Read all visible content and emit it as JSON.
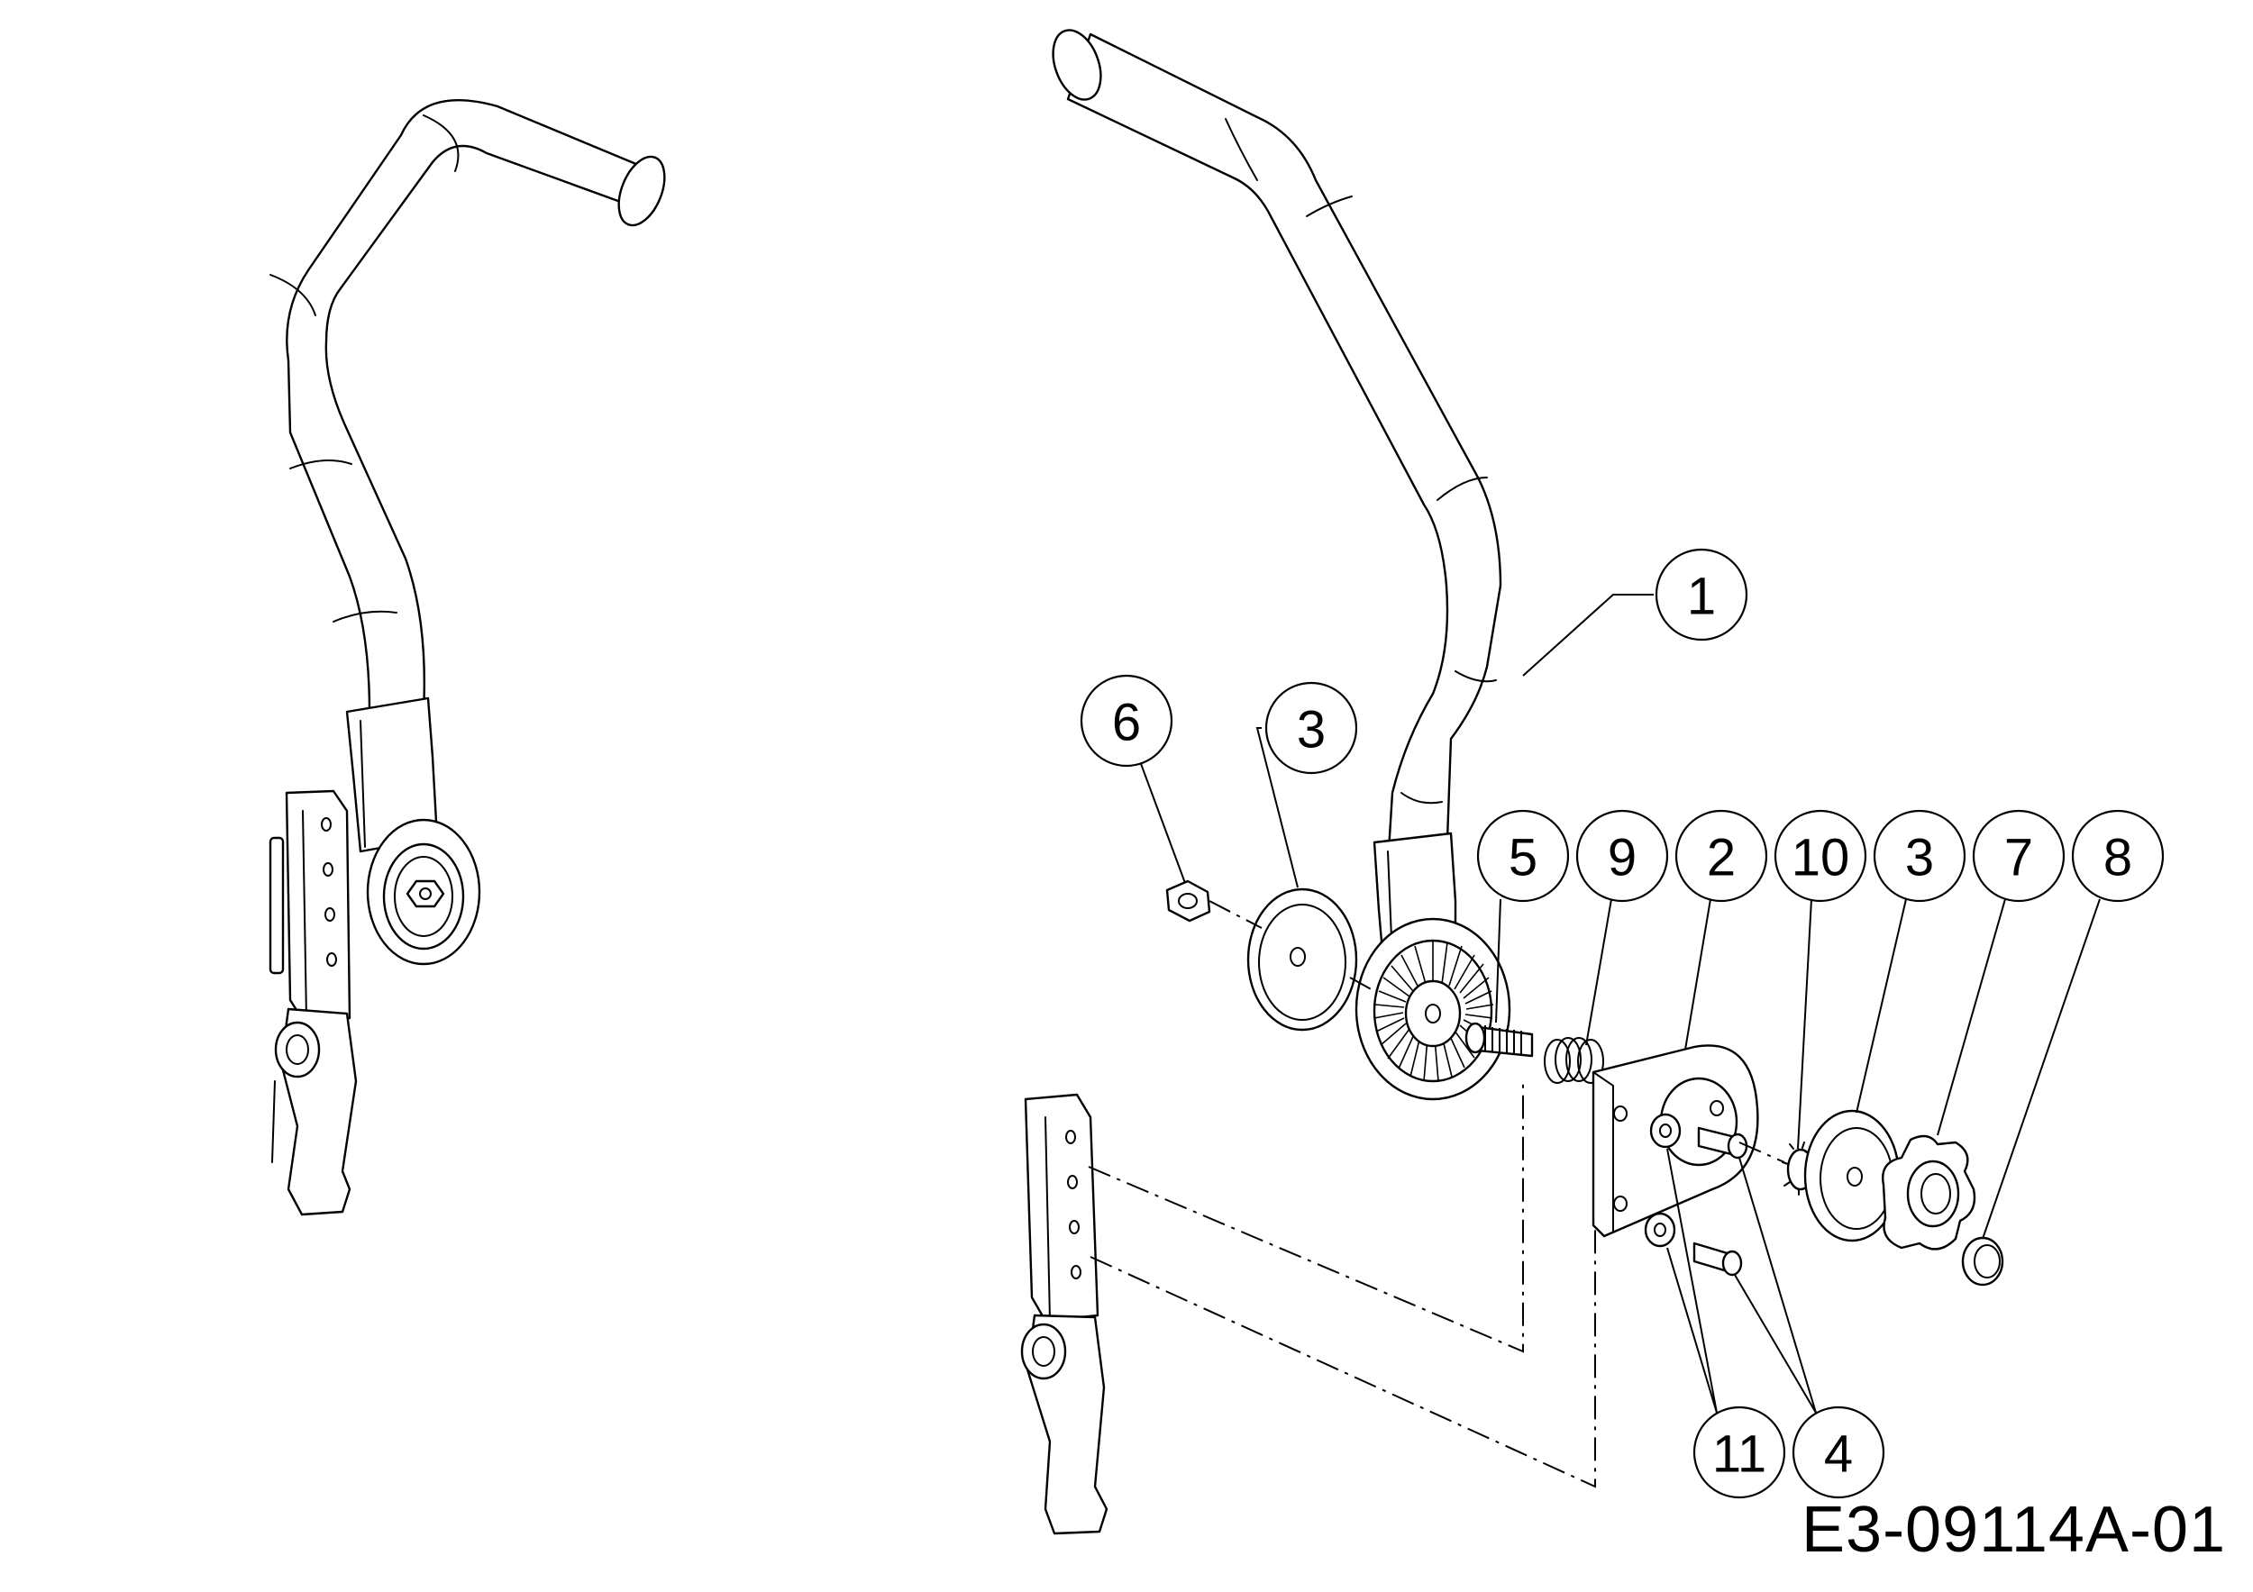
{
  "diagram_code": "E3-09114A-01",
  "callouts": [
    {
      "id": "c1",
      "label": "1"
    },
    {
      "id": "c6",
      "label": "6"
    },
    {
      "id": "c3a",
      "label": "3"
    },
    {
      "id": "c5",
      "label": "5"
    },
    {
      "id": "c9",
      "label": "9"
    },
    {
      "id": "c2",
      "label": "2"
    },
    {
      "id": "c10",
      "label": "10"
    },
    {
      "id": "c3b",
      "label": "3"
    },
    {
      "id": "c7",
      "label": "7"
    },
    {
      "id": "c8",
      "label": "8"
    },
    {
      "id": "c11",
      "label": "11"
    },
    {
      "id": "c4",
      "label": "4"
    }
  ]
}
